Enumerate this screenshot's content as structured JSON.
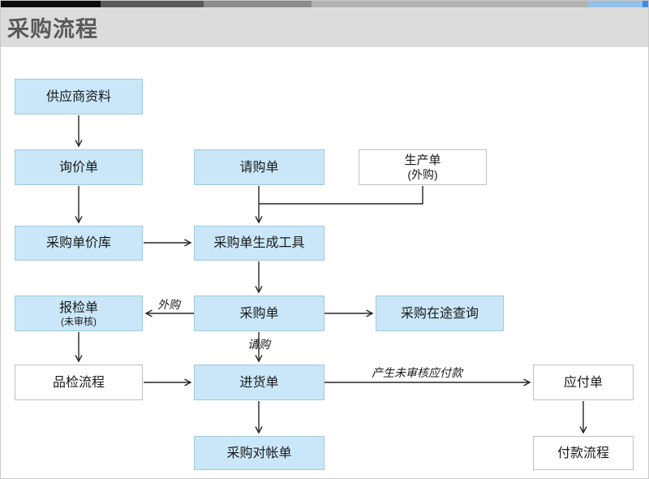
{
  "header": {
    "title": "采购流程",
    "title_color": "#595959",
    "bar_background": "#dcdcdc",
    "accent_bar_colors": [
      "#0d0d0d",
      "#595959",
      "#8c8c8c",
      "#b3b3b3",
      "#92c1ec",
      "#3c8dde"
    ]
  },
  "colors": {
    "node_blue_fill": "#c9e7f8",
    "node_blue_border": "#a2c7da",
    "node_white_fill": "#ffffff",
    "node_white_border": "#bfbfbf",
    "connector": "#262626",
    "canvas": "#ffffff"
  },
  "nodes": [
    {
      "id": "supplier-info",
      "label": "供应商资料",
      "style": "blue"
    },
    {
      "id": "inquiry-form",
      "label": "询价单",
      "style": "blue"
    },
    {
      "id": "purchase-requisition",
      "label": "请购单",
      "style": "blue"
    },
    {
      "id": "production-order",
      "label": "生产单",
      "sublabel": "(外购)",
      "style": "white"
    },
    {
      "id": "purchase-price-library",
      "label": "采购单价库",
      "style": "blue"
    },
    {
      "id": "po-generation-tool",
      "label": "采购单生成工具",
      "style": "blue"
    },
    {
      "id": "inspection-form",
      "label": "报检单",
      "sublabel": "(未审核)",
      "style": "blue"
    },
    {
      "id": "purchase-order",
      "label": "采购单",
      "style": "blue"
    },
    {
      "id": "purchase-transit-query",
      "label": "采购在途查询",
      "style": "blue"
    },
    {
      "id": "quality-inspection",
      "label": "品检流程",
      "style": "white"
    },
    {
      "id": "goods-receipt",
      "label": "进货单",
      "style": "blue"
    },
    {
      "id": "payable-doc",
      "label": "应付单",
      "style": "white"
    },
    {
      "id": "purchase-reconciliation",
      "label": "采购对帐单",
      "style": "blue"
    },
    {
      "id": "payment-process",
      "label": "付款流程",
      "style": "white"
    }
  ],
  "edge_labels": [
    {
      "id": "outsourced",
      "text": "外购"
    },
    {
      "id": "requisitioned",
      "text": "请购"
    },
    {
      "id": "create-payable",
      "text": "产生未审核应付款"
    }
  ]
}
